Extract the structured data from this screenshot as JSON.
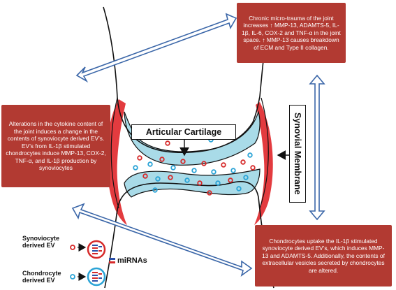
{
  "boxes": {
    "top_right": "Chronic micro-trauma of the joint increases ↑ MMP-13, ADAMTS-5, IL-1β, IL-6, COX-2 and TNF-α in the joint space. ↑ MMP-13 causes breakdown of ECM and Type II collagen.",
    "left": "Alterations in the cytokine content of the joint induces a change in the contents of synoviocyte derived EV’s. EV’s from IL-1β stimulated chondrocytes induce  MMP-13, COX-2, TNF-α, and IL-1β production by synoviocytes",
    "bottom_right": "Chondrocytes uptake the IL-1β stimulated synoviocyte derived EV’s, which induces MMP-13 and ADAMTS-5. Additionally, the contents of extracellular vesicles secreted by chondrocytes are altered."
  },
  "labels": {
    "cartilage": "Articular Cartilage",
    "synovial": "Synovial Membrane"
  },
  "legend": {
    "synoviocyte": "Synoviocyte\nderived EV",
    "chondrocyte": "Chondrocyte\nderived EV",
    "mirnas": "miRNAs"
  },
  "colors": {
    "box_red": "#b23a32",
    "synovium_red": "#e0262a",
    "cartilage_blue": "#a9dbe8",
    "ev_red": "#d62a2a",
    "ev_blue": "#2aa3d6",
    "arrow_blue": "#3a66a8"
  }
}
